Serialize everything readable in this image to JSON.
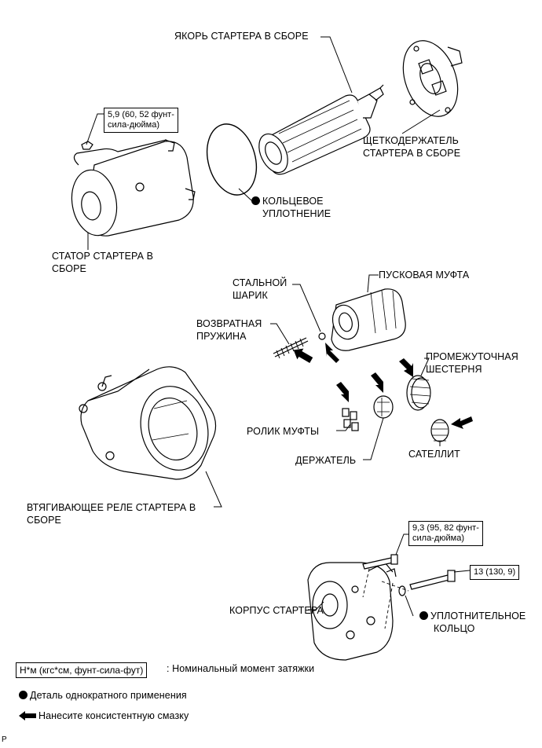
{
  "labels": {
    "armature": "ЯКОРЬ СТАРТЕРА В СБОРЕ",
    "brush_holder_1": "ЩЕТКОДЕРЖАТЕЛЬ",
    "brush_holder_2": "СТАРТЕРА В СБОРЕ",
    "o_ring_1": "КОЛЬЦЕВОЕ",
    "o_ring_2": "УПЛОТНЕНИЕ",
    "yoke_1": "СТАТОР СТАРТЕРА В",
    "yoke_2": "СБОРЕ",
    "steel_ball_1": "СТАЛЬНОЙ",
    "steel_ball_2": "ШАРИК",
    "clutch": "ПУСКОВАЯ МУФТА",
    "spring_1": "ВОЗВРАТНАЯ",
    "spring_2": "ПРУЖИНА",
    "idle_gear_1": "ПРОМЕЖУТОЧНАЯ",
    "idle_gear_2": "ШЕСТЕРНЯ",
    "roller": "РОЛИК МУФТЫ",
    "retainer": "ДЕРЖАТЕЛЬ",
    "planet": "САТЕЛЛИТ",
    "solenoid_1": "ВТЯГИВАЮЩЕЕ РЕЛЕ СТАРТЕРА В",
    "solenoid_2": "СБОРЕ",
    "housing": "КОРПУС СТАРТЕРА",
    "seal_1": "УПЛОТНИТЕЛЬНОЕ",
    "seal_2": "КОЛЬЦО"
  },
  "torque_boxes": {
    "yoke_1": "5,9 (60, 52 фунт-",
    "yoke_2": "сила-дюйма)",
    "housing_a_1": "9,3 (95, 82 фунт-",
    "housing_a_2": "сила-дюйма)",
    "housing_b": "13 (130, 9)"
  },
  "legend": {
    "torque_box": "Н*м (кгс*см, фунт-сила-фут)",
    "torque_text": ": Номинальный момент затяжки",
    "non_reusable": "Деталь однократного применения",
    "grease": "Нанесите консистентную смазку"
  },
  "corner_mark": "P"
}
